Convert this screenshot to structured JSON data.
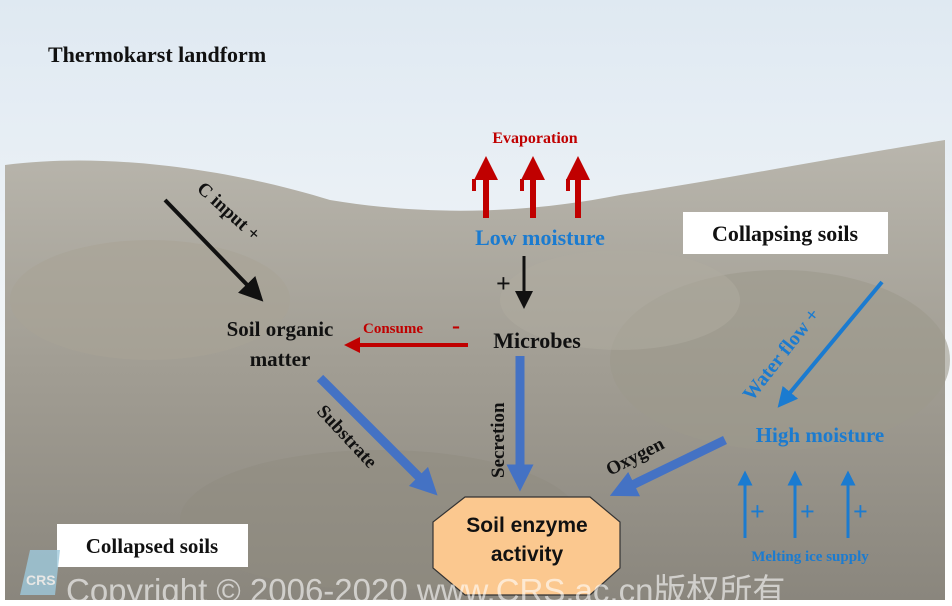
{
  "title": "Thermokarst landform",
  "labels": {
    "evaporation": "Evaporation",
    "low_moisture": "Low moisture",
    "microbes": "Microbes",
    "collapsing_soils": "Collapsing soils",
    "c_input": "C input +",
    "soil_organic_line1": "Soil organic",
    "soil_organic_line2": "matter",
    "consume": "Consume",
    "consume_sign": "-",
    "substrate": "Substrate",
    "secretion": "Secretion",
    "oxygen": "Oxygen",
    "water_flow": "Water flow +",
    "high_moisture": "High moisture",
    "melting_ice": "Melting ice supply",
    "enzyme_line1": "Soil enzyme",
    "enzyme_line2": "activity",
    "collapsed_soils": "Collapsed soils",
    "plus": "+",
    "minus": "-"
  },
  "watermark": "Copyright © 2006-2020 www.CRS.ac.cn版权所有",
  "logo_text": "CRS",
  "colors": {
    "red": "#c00000",
    "blue_text": "#1b7bd0",
    "blue_arrow": "#4472c4",
    "enzyme_fill": "#fbc88f"
  }
}
